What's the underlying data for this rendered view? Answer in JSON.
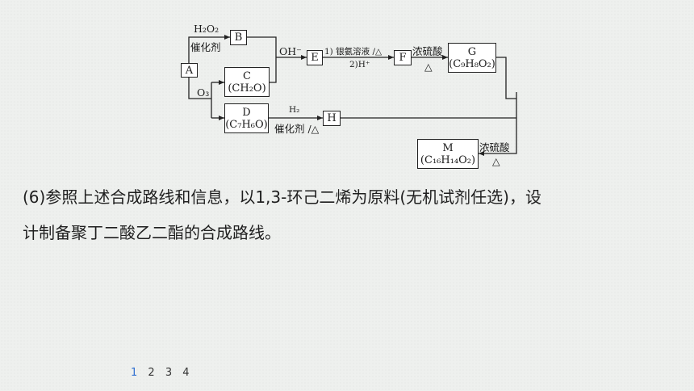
{
  "diagram": {
    "nodes": {
      "A": "A",
      "B": "B",
      "C": "C",
      "C_formula": "(CH₂O)",
      "D": "D",
      "D_formula": "(C₇H₆O)",
      "E": "E",
      "F": "F",
      "G": "G",
      "G_formula": "(C₉H₈O₂)",
      "H": "H",
      "M": "M",
      "M_formula": "(C₁₆H₁₄O₂)"
    },
    "labels": {
      "ab_top": "H₂O₂",
      "ab_bottom": "催化剂",
      "o3": "O₃",
      "oh": "OH⁻",
      "ef_top": "1) 银氨溶液 /△",
      "ef_bottom": "2)H⁺",
      "fg_top": "浓硫酸",
      "fg_bottom": "△",
      "dh_top": "H₂",
      "dh_bottom": "催化剂 /△",
      "m_top": "浓硫酸",
      "m_bottom": "△"
    }
  },
  "question": {
    "line1": "(6)参照上述合成路线和信息，以1,3-环己二烯为原料(无机试剂任选)，设",
    "line2": "计制备聚丁二酸乙二酯的合成路线。"
  },
  "pager": [
    "1",
    "2",
    "3",
    "4"
  ]
}
